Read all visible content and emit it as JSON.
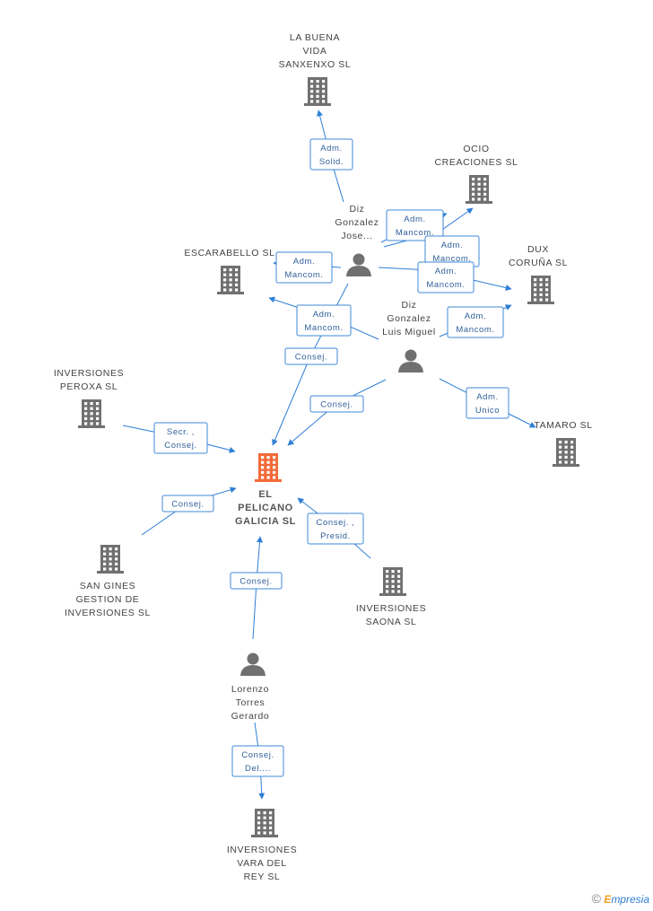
{
  "nodes": [
    {
      "id": "buena",
      "type": "company",
      "label": [
        "LA BUENA",
        "VIDA",
        "SANXENXO  SL"
      ]
    },
    {
      "id": "ocio",
      "type": "company",
      "label": [
        "OCIO",
        "CREACIONES SL"
      ]
    },
    {
      "id": "escarabello",
      "type": "company",
      "label": [
        "ESCARABELLO SL"
      ]
    },
    {
      "id": "dux",
      "type": "company",
      "label": [
        "DUX",
        "CORUÑA SL"
      ]
    },
    {
      "id": "peroxa",
      "type": "company",
      "label": [
        "INVERSIONES",
        "PEROXA SL"
      ]
    },
    {
      "id": "tamaro",
      "type": "company",
      "label": [
        "TAMARO SL"
      ]
    },
    {
      "id": "pelicano",
      "type": "company",
      "focus": true,
      "label": [
        "EL",
        "PELICANO",
        "GALICIA  SL"
      ]
    },
    {
      "id": "sangines",
      "type": "company",
      "label": [
        "SAN GINES",
        "GESTION DE",
        "INVERSIONES SL"
      ]
    },
    {
      "id": "saona",
      "type": "company",
      "label": [
        "INVERSIONES",
        "SAONA SL"
      ]
    },
    {
      "id": "vara",
      "type": "company",
      "label": [
        "INVERSIONES",
        "VARA DEL",
        "REY SL"
      ]
    },
    {
      "id": "jose",
      "type": "person",
      "label": [
        "Diz",
        "Gonzalez",
        "Jose..."
      ]
    },
    {
      "id": "luis",
      "type": "person",
      "label": [
        "Diz",
        "Gonzalez",
        "Luis Miguel"
      ]
    },
    {
      "id": "lorenzo",
      "type": "person",
      "label": [
        "Lorenzo",
        "Torres",
        "Gerardo"
      ]
    }
  ],
  "edges": [
    {
      "label": [
        "Adm.",
        "Solid."
      ]
    },
    {
      "label": [
        "Adm.",
        "Mancom."
      ]
    },
    {
      "label": [
        "Adm.",
        "Mancom."
      ]
    },
    {
      "label": [
        "Adm.",
        "Mancom."
      ]
    },
    {
      "label": [
        "Consej."
      ]
    },
    {
      "label": [
        "Adm.",
        "Mancom."
      ]
    },
    {
      "label": [
        "Adm.",
        "Mancom."
      ]
    },
    {
      "label": [
        "Adm.",
        "Mancom."
      ]
    },
    {
      "label": [
        "Consej."
      ]
    },
    {
      "label": [
        "Adm.",
        "Unico"
      ]
    },
    {
      "label": [
        "Secr. ,",
        "Consej."
      ]
    },
    {
      "label": [
        "Consej."
      ]
    },
    {
      "label": [
        "Consej. ,",
        "Presid."
      ]
    },
    {
      "label": [
        "Consej."
      ]
    },
    {
      "label": [
        "Consej.",
        "Del...."
      ]
    }
  ],
  "logo": {
    "copyright": "©",
    "brand_first": "E",
    "brand_rest": "mpresia"
  },
  "colors": {
    "edge": "#2f7fd6",
    "company": "#707070",
    "focus": "#f26a3a",
    "person": "#707070"
  }
}
